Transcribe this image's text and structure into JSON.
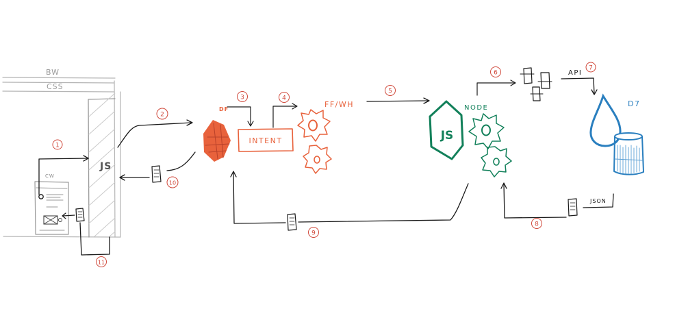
{
  "colors": {
    "ink": "#1a1a1a",
    "browser_gray": "#9a9a9a",
    "step_red": "#d0483a",
    "framework_orange": "#e8623c",
    "node_green": "#12805a",
    "drupal_blue": "#2a7fbf"
  },
  "browser": {
    "layer_bw": "BW",
    "layer_css": "CSS",
    "layer_js": "JS",
    "cw_label": "CW"
  },
  "framework": {
    "df_label": "DF",
    "intent_label": "INTENT",
    "ffwh_label": "FF/WH",
    "icon": "polymer-hexagon-icon"
  },
  "node": {
    "label": "NODE",
    "js_label": "JS",
    "icon": "nodejs-hexagon-icon"
  },
  "drupal": {
    "label": "D7",
    "icon": "drupal-drop-icon",
    "database_icon": "database-cylinder-icon"
  },
  "api_label": "API",
  "json_label": "JSON",
  "steps": [
    "1",
    "2",
    "3",
    "4",
    "5",
    "6",
    "7",
    "8",
    "9",
    "10",
    "11"
  ]
}
